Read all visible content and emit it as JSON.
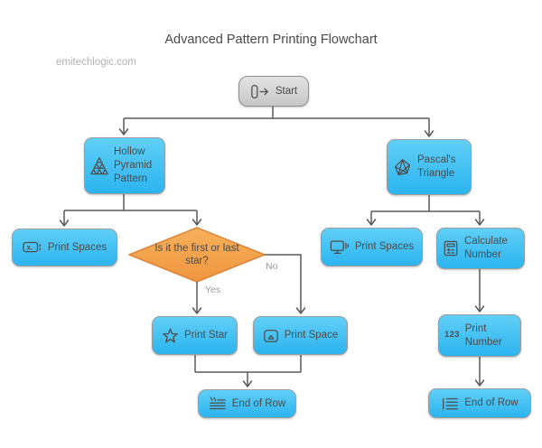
{
  "page": {
    "title": "Advanced Pattern Printing Flowchart",
    "watermark": "emitechlogic.com"
  },
  "colors": {
    "node_fill_top": "#61CFF7",
    "node_fill_bottom": "#2BB4EF",
    "decision_fill_top": "#F7B15B",
    "decision_fill_bottom": "#F0953F",
    "decision_border": "#D9853C",
    "start_fill_top": "#E2E2E2",
    "start_fill_bottom": "#C7C7C7",
    "connector": "#595959",
    "text": "#4B4B4B"
  },
  "nodes": {
    "start": {
      "label": "Start",
      "icon": "enter-icon"
    },
    "hollow_pyramid": {
      "label": "Hollow Pyramid Pattern",
      "icon": "pyramid-icon"
    },
    "pascals_triangle": {
      "label": "Pascal's Triangle",
      "icon": "polyhedron-icon"
    },
    "print_spaces_left": {
      "label": "Print Spaces",
      "icon": "whitespace-box-icon",
      "icon_text": "x."
    },
    "decision": {
      "label": "Is it the first or last star?"
    },
    "print_star": {
      "label": "Print Star",
      "icon": "star-icon"
    },
    "print_space": {
      "label": "Print Space",
      "icon": "spacebar-key-icon"
    },
    "end_of_row_left": {
      "label": "End of Row",
      "icon": "quote-lines-icon"
    },
    "print_spaces_right": {
      "label": "Print Spaces",
      "icon": "monitor-icon"
    },
    "calculate_number": {
      "label": "Calculate Number",
      "icon": "calculator-icon"
    },
    "print_number": {
      "label": "Print Number",
      "icon_text": "123"
    },
    "end_of_row_right": {
      "label": "End of Row",
      "icon": "list-lines-icon"
    }
  },
  "edges": {
    "yes_label": "Yes",
    "no_label": "No"
  }
}
